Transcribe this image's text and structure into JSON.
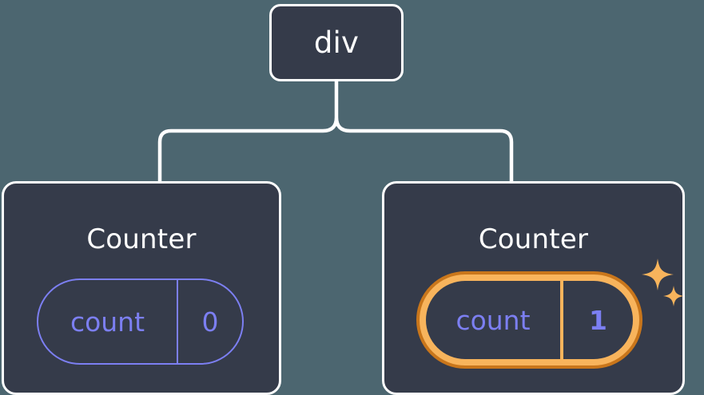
{
  "diagram": {
    "type": "component-tree",
    "background_color": "#4c6670",
    "node_fill_color": "#353b4a",
    "node_border_color": "#ffffff",
    "connector_color": "#ffffff",
    "state_color": "#7c7ff2",
    "highlight_color": "#f8b45c",
    "highlight_rim_color": "#c9761b",
    "sparkle_color": "#f8b45c"
  },
  "root": {
    "label": "div"
  },
  "children": [
    {
      "label": "Counter",
      "state": {
        "key": "count",
        "value": "0"
      },
      "highlighted": false
    },
    {
      "label": "Counter",
      "state": {
        "key": "count",
        "value": "1"
      },
      "highlighted": true
    }
  ]
}
